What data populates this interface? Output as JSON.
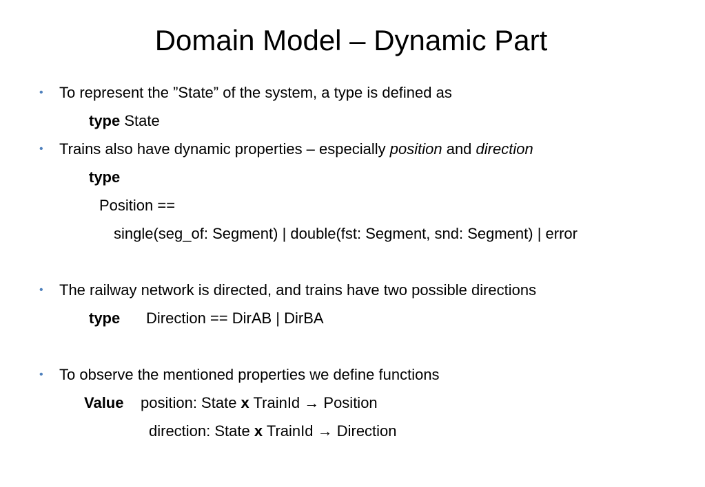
{
  "title": "Domain Model – Dynamic Part",
  "bullet_glyph": "•",
  "accent_color": "#4f81bd",
  "bullets": [
    {
      "text": "To represent the ”State” of the system, a type is defined as",
      "code_keyword": "type",
      "code_rest": " State"
    },
    {
      "text_before": "Trains also have dynamic properties – especially ",
      "italic_1": "position",
      "text_mid": " and ",
      "italic_2": "direction",
      "code_keyword": "type",
      "code_line_1": "Position ==",
      "code_line_2": "single(seg_of: Segment) | double(fst: Segment, snd: Segment) | error"
    },
    {
      "text": "The railway network is directed, and trains have two possible directions",
      "code_keyword": "type",
      "code_rest": "Direction == DirAB | DirBA"
    },
    {
      "text": "To observe the mentioned properties we define functions",
      "value_keyword": "Value",
      "fn1_a": "position: State ",
      "fn1_x": "x",
      "fn1_b": " TrainId ",
      "fn1_arrow": "→",
      "fn1_c": " Position",
      "fn2_a": "direction: State ",
      "fn2_x": "x",
      "fn2_b": " TrainId ",
      "fn2_arrow": "→",
      "fn2_c": " Direction"
    }
  ]
}
